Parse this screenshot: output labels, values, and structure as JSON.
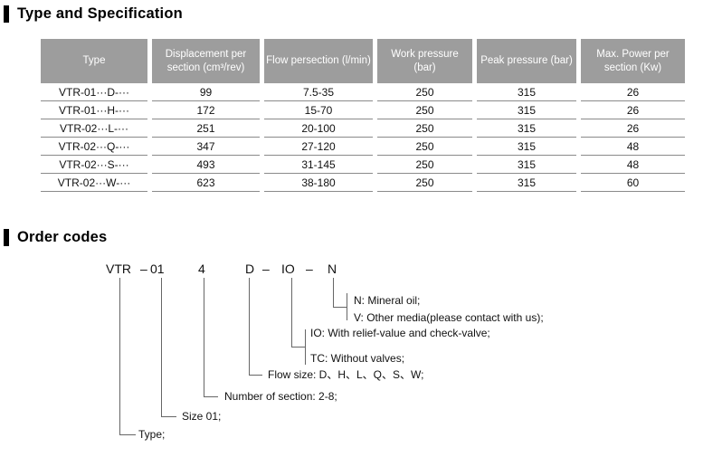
{
  "colors": {
    "table_header_bg": "#9d9d9d",
    "table_header_text": "#ffffff",
    "row_line": "#8a8a8a",
    "diagram_line": "#666666",
    "section_bar": "#000000"
  },
  "sections": {
    "spec_title": "Type and Specification",
    "order_title": "Order codes"
  },
  "spec_table": {
    "headers": [
      "Type",
      "Displacement per section (cm³/rev)",
      "Flow persection (l/min)",
      "Work pressure (bar)",
      "Peak pressure (bar)",
      "Max. Power per section (Kw)"
    ],
    "rows": [
      [
        "VTR-01···D-···",
        "99",
        "7.5-35",
        "250",
        "315",
        "26"
      ],
      [
        "VTR-01···H-···",
        "172",
        "15-70",
        "250",
        "315",
        "26"
      ],
      [
        "VTR-02···L-···",
        "251",
        "20-100",
        "250",
        "315",
        "26"
      ],
      [
        "VTR-02···Q-···",
        "347",
        "27-120",
        "250",
        "315",
        "48"
      ],
      [
        "VTR-02···S-···",
        "493",
        "31-145",
        "250",
        "315",
        "48"
      ],
      [
        "VTR-02···W-···",
        "623",
        "38-180",
        "250",
        "315",
        "60"
      ]
    ]
  },
  "order_code": {
    "parts": [
      "VTR",
      "–",
      "01",
      "4",
      "D",
      "–",
      "IO",
      "–",
      "N"
    ],
    "labels": {
      "type": "Type;",
      "size": "Size 01;",
      "sections": "Number of section: 2-8;",
      "flow": "Flow size: D、H、L、Q、S、W;",
      "valve_io": "IO: With relief-value and check-valve;",
      "valve_tc": "TC: Without valves;",
      "media_n": "N: Mineral oil;",
      "media_v": "V: Other media(please contact with us);"
    }
  }
}
